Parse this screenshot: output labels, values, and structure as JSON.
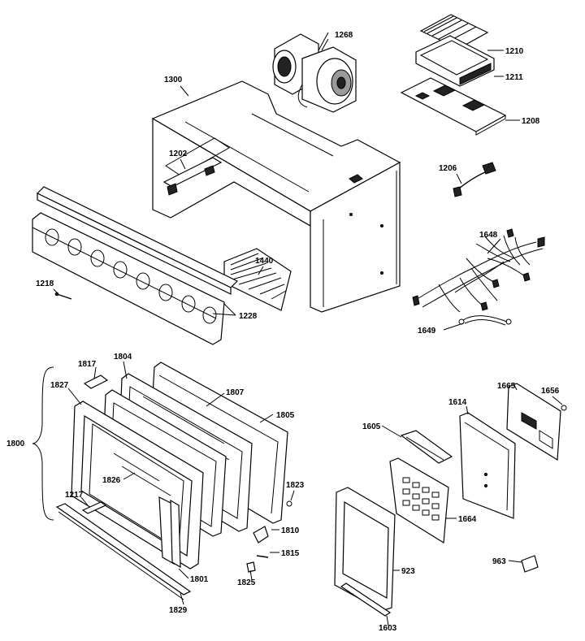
{
  "diagram": {
    "callouts": [
      {
        "id": "c1268",
        "text": "1268"
      },
      {
        "id": "c1210",
        "text": "1210"
      },
      {
        "id": "c1211",
        "text": "1211"
      },
      {
        "id": "c1208",
        "text": "1208"
      },
      {
        "id": "c1300",
        "text": "1300"
      },
      {
        "id": "c1202",
        "text": "1202"
      },
      {
        "id": "c1206",
        "text": "1206"
      },
      {
        "id": "c1648",
        "text": "1648"
      },
      {
        "id": "c1649",
        "text": "1649"
      },
      {
        "id": "c1440",
        "text": "1440"
      },
      {
        "id": "c1218",
        "text": "1218"
      },
      {
        "id": "c1228",
        "text": "1228"
      },
      {
        "id": "c1817",
        "text": "1817"
      },
      {
        "id": "c1804",
        "text": "1804"
      },
      {
        "id": "c1827",
        "text": "1827"
      },
      {
        "id": "c1807",
        "text": "1807"
      },
      {
        "id": "c1805",
        "text": "1805"
      },
      {
        "id": "c1800",
        "text": "1800"
      },
      {
        "id": "c1826",
        "text": "1826"
      },
      {
        "id": "c1217",
        "text": "1217"
      },
      {
        "id": "c1823",
        "text": "1823"
      },
      {
        "id": "c1810",
        "text": "1810"
      },
      {
        "id": "c1815",
        "text": "1815"
      },
      {
        "id": "c1825",
        "text": "1825"
      },
      {
        "id": "c1801",
        "text": "1801"
      },
      {
        "id": "c1829",
        "text": "1829"
      },
      {
        "id": "c1665",
        "text": "1665"
      },
      {
        "id": "c1656",
        "text": "1656"
      },
      {
        "id": "c1614",
        "text": "1614"
      },
      {
        "id": "c1605",
        "text": "1605"
      },
      {
        "id": "c1664",
        "text": "1664"
      },
      {
        "id": "c923",
        "text": "923"
      },
      {
        "id": "c963",
        "text": "963"
      },
      {
        "id": "c1603",
        "text": "1603"
      }
    ]
  }
}
